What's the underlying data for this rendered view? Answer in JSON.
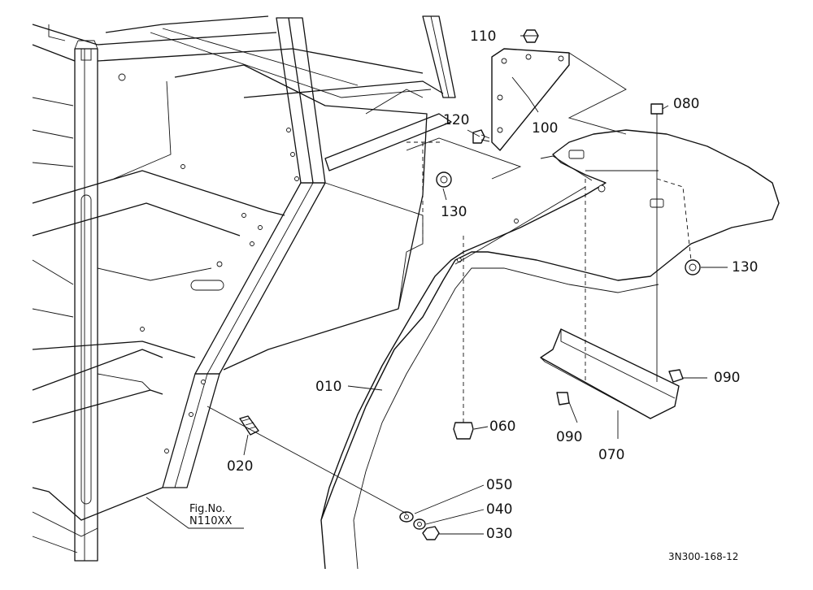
{
  "callouts": {
    "p010": "010",
    "p020": "020",
    "p030": "030",
    "p040": "040",
    "p050": "050",
    "p060": "060",
    "p070": "070",
    "p080": "080",
    "p090a": "090",
    "p090b": "090",
    "p100": "100",
    "p110": "110",
    "p120": "120",
    "p130a": "130",
    "p130b": "130"
  },
  "figure": {
    "label": "Fig.No.",
    "number": "N110XX"
  },
  "drawing_code": "3N300-168-12"
}
